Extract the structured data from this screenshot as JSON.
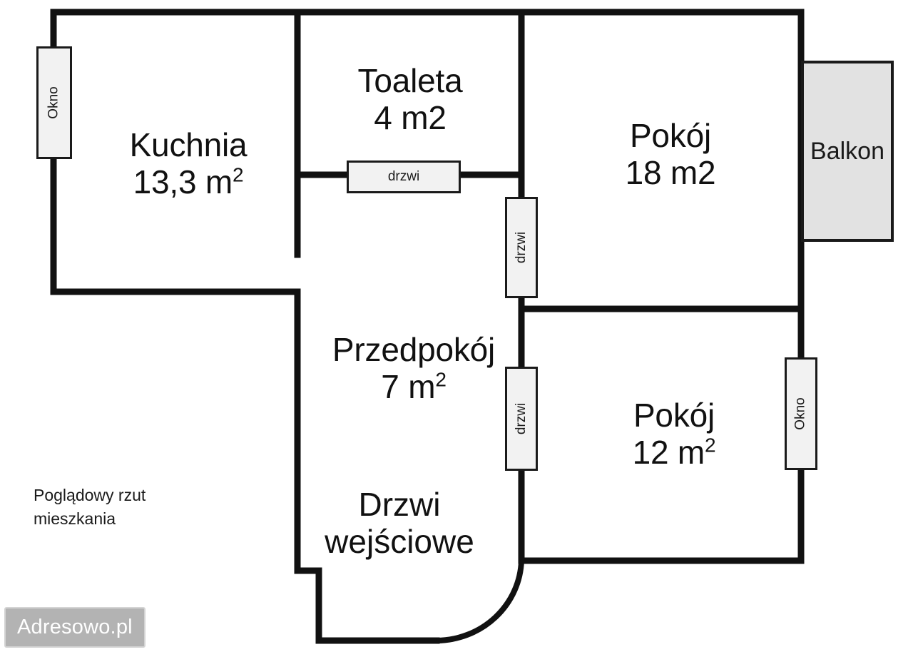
{
  "plan": {
    "caption": "Poglądowy rzut\nmieszkania",
    "watermark": "Adresowo.pl",
    "wall_color": "#111111",
    "opening_fill": "#f2f2f2",
    "balcony_fill": "#e2e2e2",
    "watermark_bg": "#b3b3b3",
    "watermark_text_color": "#ffffff"
  },
  "rooms": [
    {
      "name": "Kuchnia",
      "area": "13,3 m",
      "area_sup": "2"
    },
    {
      "name": "Toaleta",
      "area": "4 m2",
      "area_sup": ""
    },
    {
      "name": "Pokój",
      "area": "18 m2",
      "area_sup": ""
    },
    {
      "name": "Przedpokój",
      "area": "7 m",
      "area_sup": "2"
    },
    {
      "name": "Pokój",
      "area": "12 m",
      "area_sup": "2"
    }
  ],
  "openings": [
    {
      "type": "window",
      "label": "Okno"
    },
    {
      "type": "door",
      "label": "drzwi"
    },
    {
      "type": "door",
      "label": "drzwi"
    },
    {
      "type": "door",
      "label": "drzwi"
    },
    {
      "type": "window",
      "label": "Okno"
    },
    {
      "type": "balcony",
      "label": "Balkon"
    }
  ],
  "entry": {
    "line1": "Drzwi",
    "line2": "wejściowe"
  }
}
